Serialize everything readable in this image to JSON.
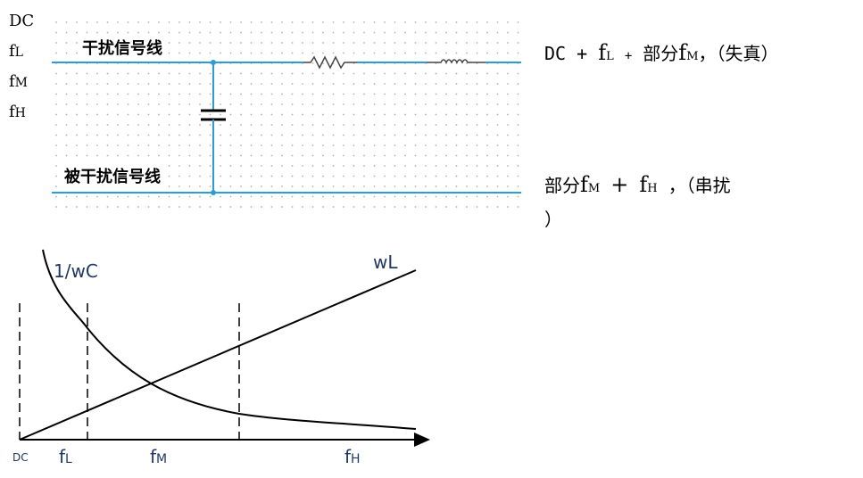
{
  "inputs": {
    "dc": "DC",
    "fl_base": "f",
    "fl_sub": "L",
    "fm_base": "f",
    "fm_sub": "M",
    "fh_base": "f",
    "fh_sub": "H"
  },
  "circuit": {
    "aggressor_label": "干扰信号线",
    "victim_label": "被干扰信号线",
    "line_color": "#2e9bd6"
  },
  "outputs": {
    "top": {
      "dc": "DC",
      "plus1": "+",
      "fl_base": "f",
      "fl_sub": "L",
      "plus2": "+",
      "part": "部分",
      "fm_base": "f",
      "fm_sub": "M",
      "tail": "，（失真）"
    },
    "bottom": {
      "part": "部分",
      "fm_base": "f",
      "fm_sub": "M",
      "plus": "+",
      "fh_base": "f",
      "fh_sub": "H",
      "tail_line1": "，（串扰",
      "tail_line2": "）"
    }
  },
  "plot": {
    "curve_capacitive": "1/wC",
    "curve_inductive": "wL",
    "axis_dc": "DC",
    "axis_fl_base": "f",
    "axis_fl_sub": "L",
    "axis_fm_base": "f",
    "axis_fm_sub": "M",
    "axis_fh_base": "f",
    "axis_fh_sub": "H",
    "label_color": "#1f3864"
  }
}
